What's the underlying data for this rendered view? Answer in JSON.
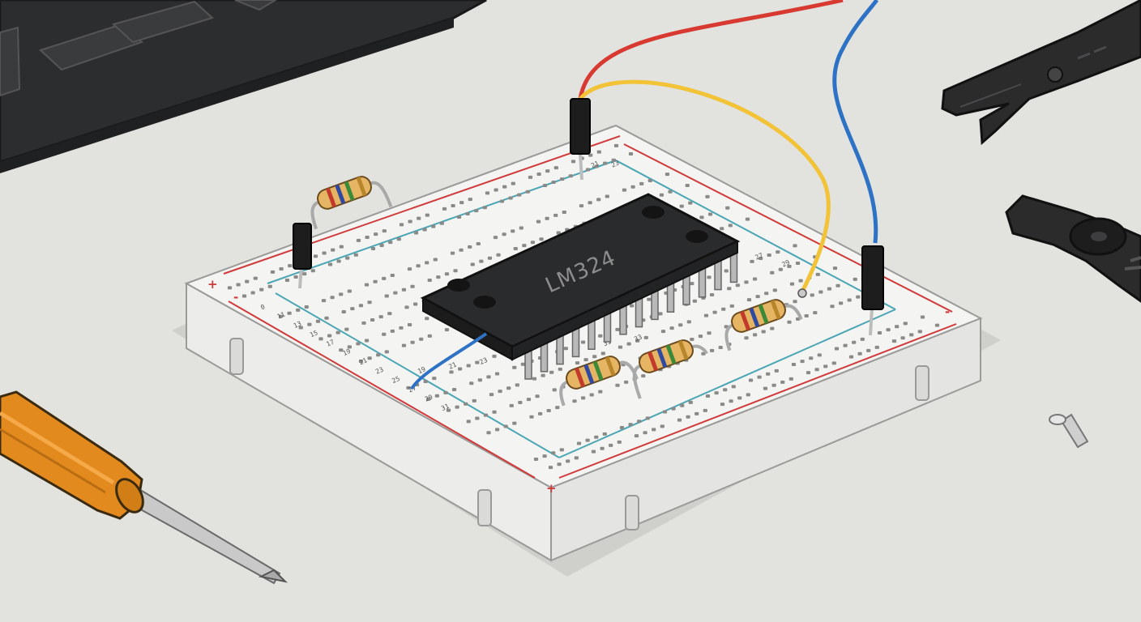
{
  "ic": {
    "label": "LM324",
    "body_color": "#2a2b2d",
    "label_color": "#8d8d8d"
  },
  "rails": {
    "plus_sign": "+",
    "minus_sign": "-",
    "red": "#d03a3a",
    "blue": "#4aa6b4"
  },
  "row_numbers": {
    "left_column": [
      "0",
      "11",
      "13",
      "15",
      "17",
      "19",
      "21",
      "23",
      "25",
      "27",
      "29",
      "31"
    ],
    "front_column": [
      "19",
      "21",
      "23",
      "25",
      "27",
      "29",
      "31",
      "33"
    ],
    "right_column": [
      "21",
      "23",
      "25",
      "27",
      "29"
    ],
    "back_column": [
      "21",
      "23"
    ]
  },
  "wires": {
    "red": "#d83a32",
    "yellow": "#f2c237",
    "blue": "#2d72c4",
    "short_blue": "#2d72c4"
  },
  "resistor": {
    "body_color": "#e6b564",
    "bands": [
      "#c23a2c",
      "#2f4aa0",
      "#3a8a3a",
      "#b8862a"
    ]
  },
  "tools": {
    "screwdriver_handle": "#e38a1e",
    "stripper_color": "#2b2b2c"
  }
}
